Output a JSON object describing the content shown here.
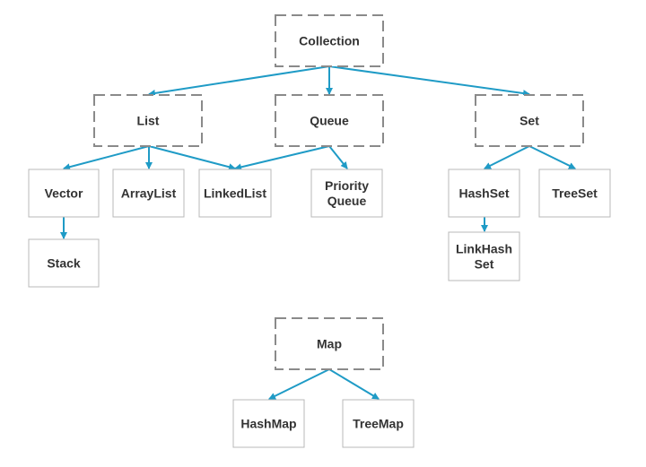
{
  "colors": {
    "edge": "#1f9bc6",
    "interface_border": "#8a8a8a",
    "class_border": "#b8b8b8",
    "text": "#333333",
    "background": "#ffffff"
  },
  "nodes": {
    "collection": {
      "label": "Collection",
      "kind": "interface"
    },
    "list": {
      "label": "List",
      "kind": "interface"
    },
    "queue": {
      "label": "Queue",
      "kind": "interface"
    },
    "set": {
      "label": "Set",
      "kind": "interface"
    },
    "vector": {
      "label": "Vector",
      "kind": "class"
    },
    "arraylist": {
      "label": "ArrayList",
      "kind": "class"
    },
    "linkedlist": {
      "label": "LinkedList",
      "kind": "class"
    },
    "priorityqueue": {
      "label": [
        "Priority",
        "Queue"
      ],
      "kind": "class"
    },
    "hashset": {
      "label": "HashSet",
      "kind": "class"
    },
    "treeset": {
      "label": "TreeSet",
      "kind": "class"
    },
    "stack": {
      "label": "Stack",
      "kind": "class"
    },
    "linkhashset": {
      "label": [
        "LinkHash",
        "Set"
      ],
      "kind": "class"
    },
    "map": {
      "label": "Map",
      "kind": "interface"
    },
    "hashmap": {
      "label": "HashMap",
      "kind": "class"
    },
    "treemap": {
      "label": "TreeMap",
      "kind": "class"
    }
  },
  "edges": [
    [
      "collection",
      "list"
    ],
    [
      "collection",
      "queue"
    ],
    [
      "collection",
      "set"
    ],
    [
      "list",
      "vector"
    ],
    [
      "list",
      "arraylist"
    ],
    [
      "list",
      "linkedlist"
    ],
    [
      "queue",
      "linkedlist"
    ],
    [
      "queue",
      "priorityqueue"
    ],
    [
      "vector",
      "stack"
    ],
    [
      "set",
      "hashset"
    ],
    [
      "set",
      "treeset"
    ],
    [
      "hashset",
      "linkhashset"
    ],
    [
      "map",
      "hashmap"
    ],
    [
      "map",
      "treemap"
    ]
  ]
}
